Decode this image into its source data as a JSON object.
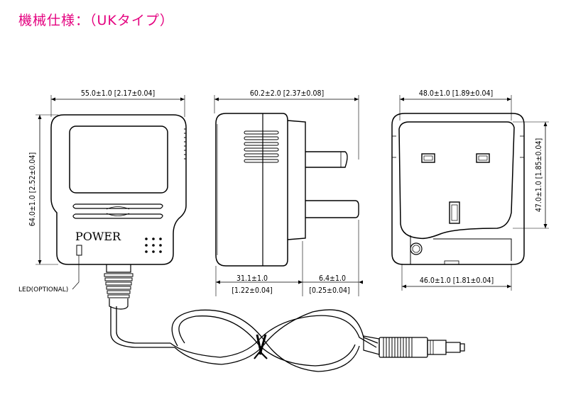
{
  "title": "機械仕様：（UKタイプ）",
  "front": {
    "width_dim": "55.0±1.0 [2.17±0.04]",
    "height_dim": "64.0±1.0 [2.52±0.04]",
    "power_label": "POWER",
    "led_label": "LED(OPTIONAL)"
  },
  "side": {
    "width_dim": "60.2±2.0 [2.37±0.08]",
    "body_depth_mm": "31.1±1.0",
    "body_depth_in": "[1.22±0.04]",
    "pin_len_mm": "6.4±1.0",
    "pin_len_in": "[0.25±0.04]"
  },
  "rear": {
    "top_dim": "48.0±1.0 [1.89±0.04]",
    "bottom_dim": "46.0±1.0 [1.81±0.04]",
    "height_dim": "47.0±1.0 [1.85±0.04]"
  },
  "colors": {
    "title": "#e4007f",
    "line": "#000000"
  }
}
